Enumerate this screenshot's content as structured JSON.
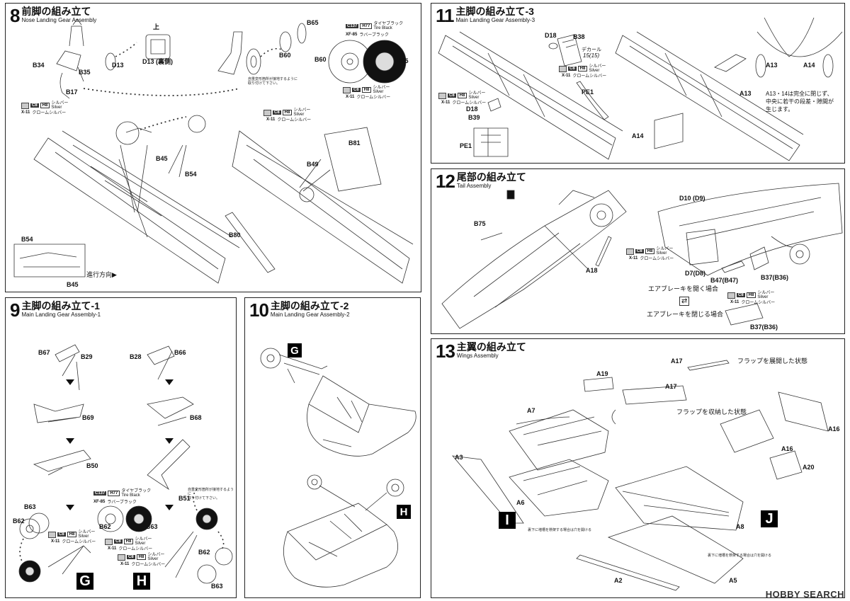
{
  "steps": [
    {
      "num": "8",
      "title_jp": "前脚の組み立て",
      "title_en": "Nose Landing Gear Assembly"
    },
    {
      "num": "9",
      "title_jp": "主脚の組み立て-1",
      "title_en": "Main Landing Gear Assembly-1"
    },
    {
      "num": "10",
      "title_jp": "主脚の組み立て-2",
      "title_en": "Main Landing Gear Assembly-2"
    },
    {
      "num": "11",
      "title_jp": "主脚の組み立て-3",
      "title_en": "Main Landing Gear Assembly-3"
    },
    {
      "num": "12",
      "title_jp": "尾部の組み立て",
      "title_en": "Tail Assembly"
    },
    {
      "num": "13",
      "title_jp": "主翼の組み立て",
      "title_en": "Wings Assembly"
    }
  ],
  "parts": {
    "s8": [
      "B34",
      "B35",
      "B17",
      "D13",
      "D13 (裏側)",
      "上",
      "B65",
      "B60",
      "B60",
      "B65",
      "B45",
      "B54",
      "B81",
      "B49",
      "B80",
      "B54",
      "B45"
    ],
    "s9": [
      "B67",
      "B29",
      "B28",
      "B66",
      "B69",
      "B68",
      "B50",
      "B51",
      "B63",
      "B62",
      "B62",
      "B63",
      "B62",
      "B63"
    ],
    "s10": [
      "G",
      "H"
    ],
    "s11": [
      "D18",
      "B38",
      "D18",
      "B39",
      "PE1",
      "PE1",
      "A13",
      "A14",
      "A13",
      "A14"
    ],
    "s12": [
      "B75",
      "A18",
      "D10 (D9)",
      "D7(D8)",
      "B47(B47)",
      "B37(B36)",
      "B37(B36)"
    ],
    "s13": [
      "A17",
      "A19",
      "A17",
      "A7",
      "A16",
      "A16",
      "A3",
      "A6",
      "A20",
      "A8",
      "A2",
      "A5"
    ]
  },
  "markers": [
    "G",
    "H",
    "I",
    "J"
  ],
  "paints": {
    "silver": {
      "code": "C8",
      "hobby": "H8",
      "jp": "シルバー",
      "en": "Silver"
    },
    "chrome": {
      "code": "X-11",
      "jp": "クロームシルバー"
    },
    "tire_black": {
      "code": "C137",
      "hobby": "H77",
      "jp": "タイヤブラック",
      "en": "Tire Black"
    },
    "rubber_black": {
      "code": "XF-85",
      "jp": "ラバーブラック"
    }
  },
  "texts": {
    "direction": "進行方向▶",
    "note8": "自重変形箇所が接地するように\n取り付けて下さい。",
    "note9": "自重変形箇所が接地するように\n取り付けて下さい。",
    "decal": "デカール",
    "decal_num": "15(15)",
    "note11": "A13・14は完全に閉じず、\n中央に若干の段差・隙間が\n生じます。",
    "brake_open": "エアブレーキを開く場合",
    "brake_close": "エアブレーキを閉じる場合",
    "flap_open": "フラップを展開した状態",
    "flap_closed": "フラップを収納した状態",
    "hole_note1": "裏下に増槽を懸架する場合は穴を開ける",
    "hole_note2": "裏下に増槽を懸架する場合は穴を開ける"
  },
  "watermark": "HOBBY SEARCH"
}
